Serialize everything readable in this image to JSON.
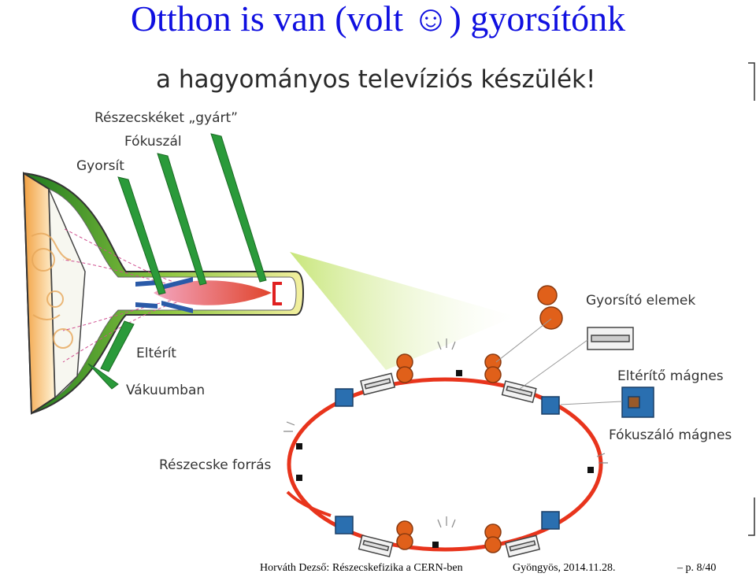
{
  "slide": {
    "title": "Otthon is van (volt ☺) gyorsítónk"
  },
  "figure": {
    "headline": "a hagyományos televíziós készülék!",
    "tv_labels": {
      "particle_making": "Részecskéket „gyárt”",
      "focus": "Fókuszál",
      "accelerate": "Gyorsít",
      "deflect": "Eltérít",
      "vacuum": "Vákuumban"
    },
    "ring_labels": {
      "accelerating_elements": "Gyorsító elemek",
      "deflecting_magnet": "Eltérítő mágnes",
      "focusing_magnet": "Fókuszáló mágnes",
      "particle_source": "Részecske forrás"
    },
    "colors": {
      "title": "#1010e0",
      "ring": "#e8341c",
      "green": "#3a9a2a",
      "copper": "#e0601a",
      "magnet_blue": "#2a6fb0",
      "beam": "#e84060"
    }
  },
  "footer": {
    "author": "Horváth Dezső:",
    "talk": "Részecskefizika a CERN-ben",
    "venue": "Gyöngyös, 2014.11.28.",
    "page": "– p. 8/40"
  }
}
